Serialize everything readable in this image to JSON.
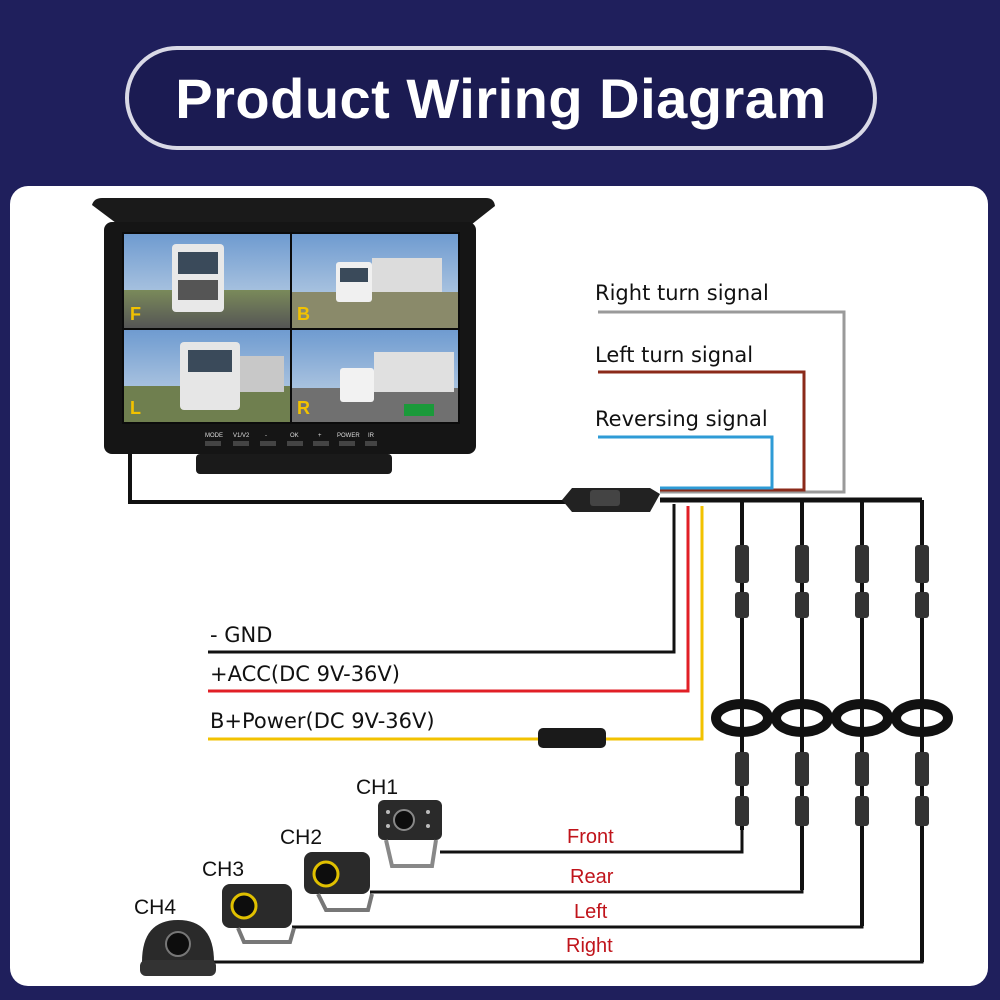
{
  "title": "Product Wiring Diagram",
  "monitor": {
    "buttons": [
      "MODE",
      "V1/V2",
      "-",
      "OK",
      "+",
      "POWER",
      "IR"
    ],
    "quadrants": [
      "F",
      "B",
      "L",
      "R"
    ]
  },
  "signal_wires": [
    {
      "label": "Right turn signal",
      "color": "#9a9a9a"
    },
    {
      "label": "Left turn signal",
      "color": "#8b2a1a"
    },
    {
      "label": "Reversing signal",
      "color": "#2e9bd6"
    }
  ],
  "power_wires": [
    {
      "label": "- GND",
      "color": "#111111"
    },
    {
      "label": "+ACC(DC 9V-36V)",
      "color": "#e11f26"
    },
    {
      "label": "B+Power(DC 9V-36V)",
      "color": "#f2c200"
    }
  ],
  "cameras": [
    {
      "label": "CH1",
      "position": "Front"
    },
    {
      "label": "CH2",
      "position": "Rear"
    },
    {
      "label": "CH3",
      "position": "Left"
    },
    {
      "label": "CH4",
      "position": "Right"
    }
  ]
}
